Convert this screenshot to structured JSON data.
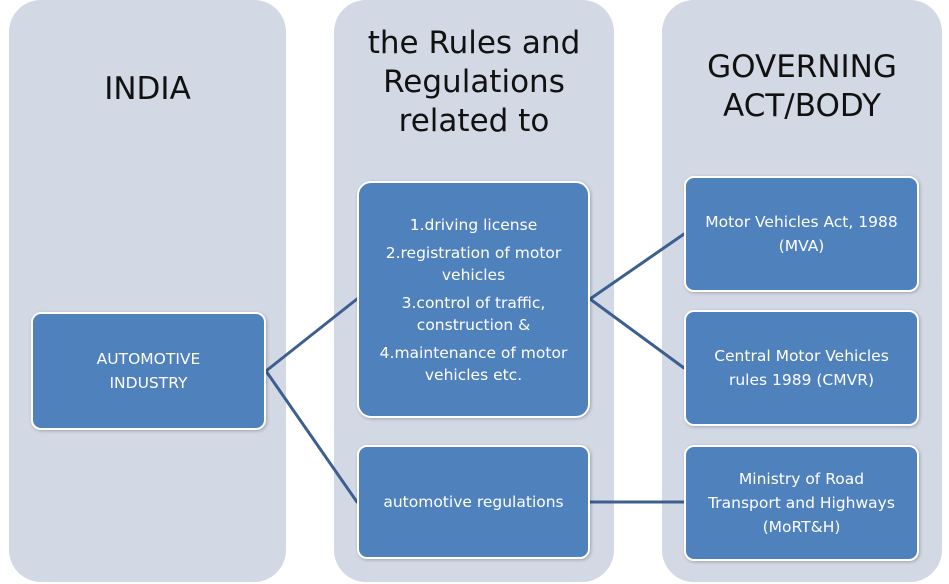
{
  "columns": [
    {
      "header": "INDIA"
    },
    {
      "header_lines": [
        "the Rules and",
        "Regulations",
        "related to"
      ]
    },
    {
      "header_lines": [
        "GOVERNING",
        "ACT/BODY"
      ]
    }
  ],
  "nodes": {
    "automotive_industry": {
      "lines": [
        "AUTOMOTIVE",
        "INDUSTRY"
      ]
    },
    "rules": {
      "items": [
        "1.driving license",
        "2.registration of motor vehicles",
        "3.control of traffic, construction &",
        "4.maintenance of motor vehicles  etc."
      ]
    },
    "automotive_regulations": {
      "label": "automotive regulations"
    },
    "mva": {
      "label": "Motor Vehicles Act, 1988 (MVA)"
    },
    "cmvr": {
      "label": "Central Motor Vehicles rules 1989 (CMVR)"
    },
    "mort": {
      "label": "Ministry of Road Transport and Highways (MoRT&H)"
    }
  },
  "colors": {
    "column_bg": "#d3d8e5",
    "node_fill": "#4f81bd",
    "connector": "#3c5f8f"
  }
}
